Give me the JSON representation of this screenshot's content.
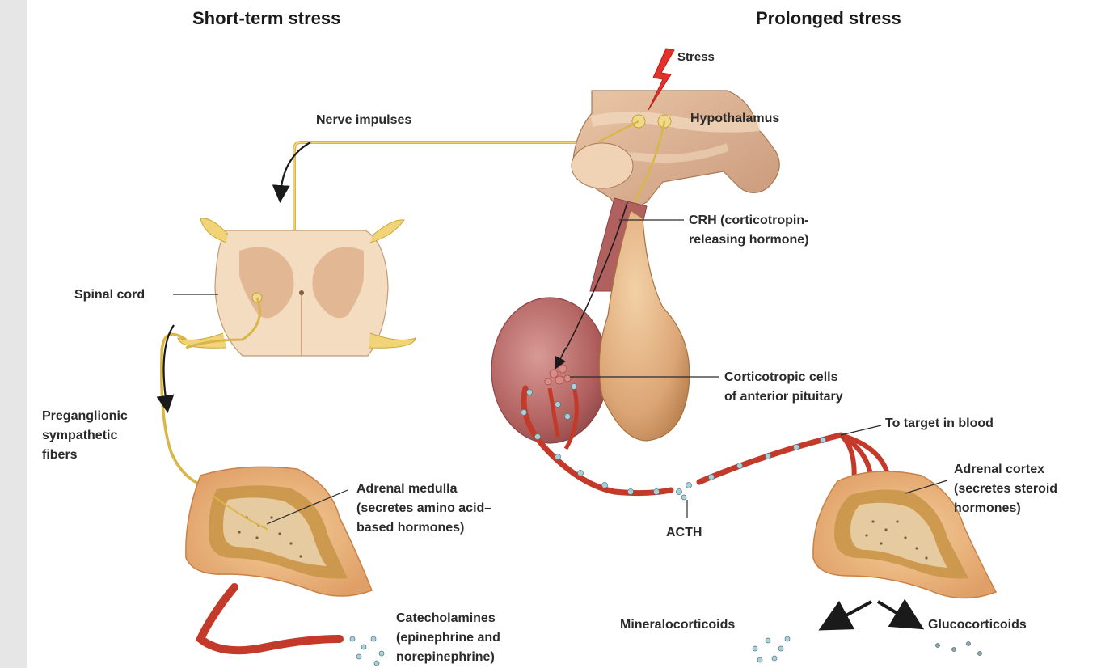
{
  "titles": {
    "short_term": "Short-term stress",
    "prolonged": "Prolonged stress"
  },
  "labels": {
    "stress": "Stress",
    "hypothalamus": "Hypothalamus",
    "nerve_impulses": "Nerve impulses",
    "crh_line1": "CRH (corticotropin-",
    "crh_line2": "releasing hormone)",
    "spinal_cord": "Spinal cord",
    "corticotropic_line1": "Corticotropic cells",
    "corticotropic_line2": "of anterior pituitary",
    "to_target": "To target in blood",
    "preganglionic_line1": "Preganglionic",
    "preganglionic_line2": "sympathetic",
    "preganglionic_line3": "fibers",
    "adrenal_medulla_line1": "Adrenal medulla",
    "adrenal_medulla_line2": "(secretes amino acid–",
    "adrenal_medulla_line3": "based hormones)",
    "acth": "ACTH",
    "adrenal_cortex_line1": "Adrenal cortex",
    "adrenal_cortex_line2": "(secretes steroid",
    "adrenal_cortex_line3": "hormones)",
    "catecholamines_line1": "Catecholamines",
    "catecholamines_line2": "(epinephrine and",
    "catecholamines_line3": "norepinephrine)",
    "mineralocorticoids": "Mineralocorticoids",
    "glucocorticoids": "Glucocorticoids"
  },
  "colors": {
    "nerve": "#d9b648",
    "blood_vessel": "#c43a2a",
    "pituitary_anterior": "#b86a68",
    "pituitary_posterior": "#e2b483",
    "brain_tissue": "#e7c3a4",
    "adrenal": "#eebb86",
    "spinal_cord": "#f3dcc0",
    "stress_bolt": "#e2322b"
  }
}
